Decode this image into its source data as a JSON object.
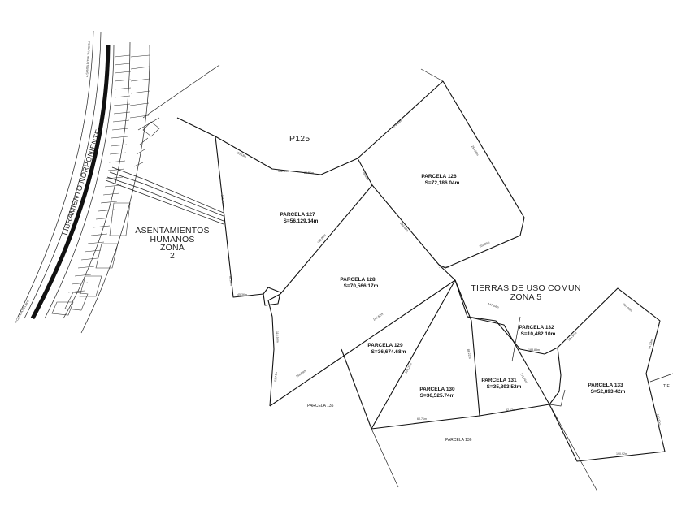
{
  "map": {
    "colors": {
      "line": "#111111",
      "background": "#ffffff"
    },
    "labels": {
      "road": "LIBRAMIENTO NORPONIENTE",
      "road_top": "A SANTA ROSA JAUREGUI",
      "road_bottom": "A CELAYA CELAYA",
      "p125": "P125",
      "asentamientos": [
        "ASENTAMIENTOS",
        "HUMANOS",
        "ZONA",
        "2"
      ],
      "tierras": [
        "TIERRAS DE USO COMUN",
        "ZONA 5"
      ],
      "parcela_135": "PARCELA 135",
      "parcela_136": "PARCELA 136",
      "edge_cut": "TIE"
    },
    "parcels": [
      {
        "id": "127",
        "name": "PARCELA 127",
        "area": "S=56,129.14m"
      },
      {
        "id": "126",
        "name": "PARCELA 126",
        "area": "S=72,186.04m"
      },
      {
        "id": "128",
        "name": "PARCELA 128",
        "area": "S=70,566.17m"
      },
      {
        "id": "129",
        "name": "PARCELA 129",
        "area": "S=36,674.68m"
      },
      {
        "id": "130",
        "name": "PARCELA 130",
        "area": "S=36,525.74m"
      },
      {
        "id": "131",
        "name": "PARCELA 131",
        "area": "S=35,893.52m"
      },
      {
        "id": "132",
        "name": "PARCELA 132",
        "area": "S=10,482.10m"
      },
      {
        "id": "133",
        "name": "PARCELA 133",
        "area": "S=52,893.42m"
      }
    ],
    "dimensions": [
      "163.18m",
      "102.81m",
      "85.56m",
      "179.60m",
      "254.26m",
      "221.92m",
      "108.85m",
      "130.60m",
      "102.25m",
      "165.62m",
      "158.86m",
      "128.29m",
      "88.22m",
      "171.74m",
      "60.71m",
      "52.13m",
      "99.98m",
      "115.50m",
      "53.74m",
      "45.36m",
      "207.08m",
      "54.23m",
      "120.80m",
      "190.92m",
      "134.57m",
      "147.04m",
      "188.85m",
      "78.40m",
      "28.85m"
    ]
  }
}
